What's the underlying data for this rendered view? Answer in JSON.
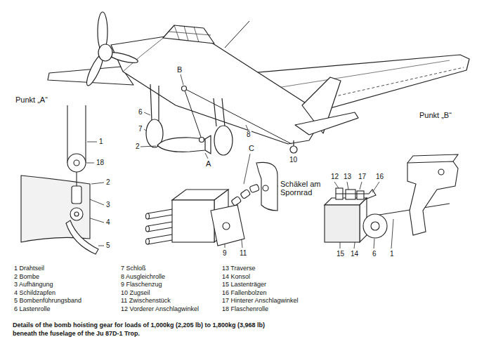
{
  "diagram": {
    "caption": "Details of the bomb hoisting gear for loads of 1,000kg (2,205 lb) to 1,800kg (3,968 lb) beneath the fuselage of the Ju 87D-1 Trop.",
    "labels": [
      "Punkt „A“",
      "Punkt „B“",
      "B",
      "6",
      "7",
      "2",
      "8",
      "C",
      "A",
      "10",
      "1",
      "18",
      "2",
      "3",
      "4",
      "5",
      "Schäkel am Spornrad",
      "9",
      "11",
      "12",
      "13",
      "17",
      "16",
      "15",
      "14",
      "6",
      "1",
      "1 Drahtseil",
      "2 Bombe",
      "3 Aufhängung",
      "4 Schildzapfen",
      "5 Bombenführungsband",
      "6 Lastenrolle",
      "7 Schloß",
      "8 Ausgleichrolle",
      "9 Flaschenzug",
      "10 Zugseil",
      "11 Zwischenstück",
      "12 Vorderer Anschlagwinkel",
      "13 Traverse",
      "14 Konsol",
      "15 Lastenträger",
      "16 Fallenbolzen",
      "17 Hinterer Anschlagwinkel",
      "18 Flaschenrolle"
    ]
  }
}
